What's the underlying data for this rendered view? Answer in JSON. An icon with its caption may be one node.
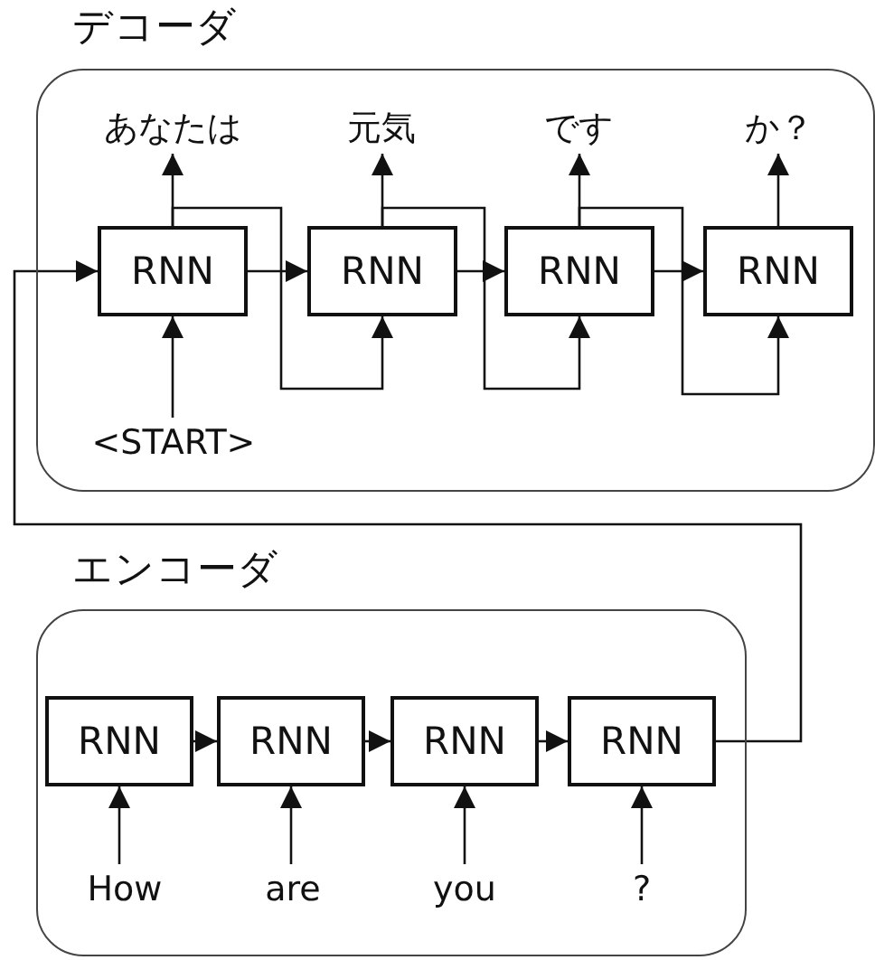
{
  "diagram": {
    "nodes": [
      {
        "text": [
          "デコーダ"
        ]
      },
      {
        "text": [
          "RNN"
        ],
        "in": 0
      },
      {
        "text": [
          "RNN"
        ],
        "in": 0
      },
      {
        "text": [
          "RNN"
        ],
        "in": 0
      },
      {
        "text": [
          "RNN"
        ],
        "in": 0
      },
      {
        "text": [
          "あなたは"
        ],
        "in": 0
      },
      {
        "text": [
          "元気"
        ],
        "in": 0
      },
      {
        "text": [
          "です"
        ],
        "in": 0
      },
      {
        "text": [
          "か？"
        ],
        "in": 0
      },
      {
        "text": [
          "<START>"
        ],
        "in": 0
      },
      {
        "text": [
          "エンコーダ"
        ]
      },
      {
        "text": [
          "RNN"
        ],
        "in": 10
      },
      {
        "text": [
          "RNN"
        ],
        "in": 10
      },
      {
        "text": [
          "RNN"
        ],
        "in": 10
      },
      {
        "text": [
          "RNN"
        ],
        "in": 10
      },
      {
        "text": [
          "How"
        ],
        "in": 10
      },
      {
        "text": [
          "are"
        ],
        "in": 10
      },
      {
        "text": [
          "you"
        ],
        "in": 10
      },
      {
        "text": [
          "?"
        ],
        "in": 10
      }
    ],
    "edges": [
      {
        "from": 1,
        "to": 5,
        "arrow": "to"
      },
      {
        "from": 2,
        "to": 6,
        "arrow": "to"
      },
      {
        "from": 3,
        "to": 7,
        "arrow": "to"
      },
      {
        "from": 4,
        "to": 8,
        "arrow": "to"
      },
      {
        "from": 9,
        "to": 1,
        "arrow": "to"
      },
      {
        "from": 1,
        "to": 2,
        "arrow": "to"
      },
      {
        "from": 2,
        "to": 3,
        "arrow": "to"
      },
      {
        "from": 3,
        "to": 4,
        "arrow": "to"
      },
      {
        "from": 1,
        "to": 2,
        "arrow": "to"
      },
      {
        "from": 2,
        "to": 3,
        "arrow": "to"
      },
      {
        "from": 3,
        "to": 4,
        "arrow": "to"
      },
      {
        "from": 15,
        "to": 11,
        "arrow": "to"
      },
      {
        "from": 16,
        "to": 12,
        "arrow": "to"
      },
      {
        "from": 17,
        "to": 13,
        "arrow": "to"
      },
      {
        "from": 18,
        "to": 14,
        "arrow": "to"
      },
      {
        "from": 11,
        "to": 12,
        "arrow": "to"
      },
      {
        "from": 12,
        "to": 13,
        "arrow": "to"
      },
      {
        "from": 13,
        "to": 14,
        "arrow": "to"
      },
      {
        "from": 14,
        "to": 1,
        "arrow": "to"
      }
    ]
  }
}
